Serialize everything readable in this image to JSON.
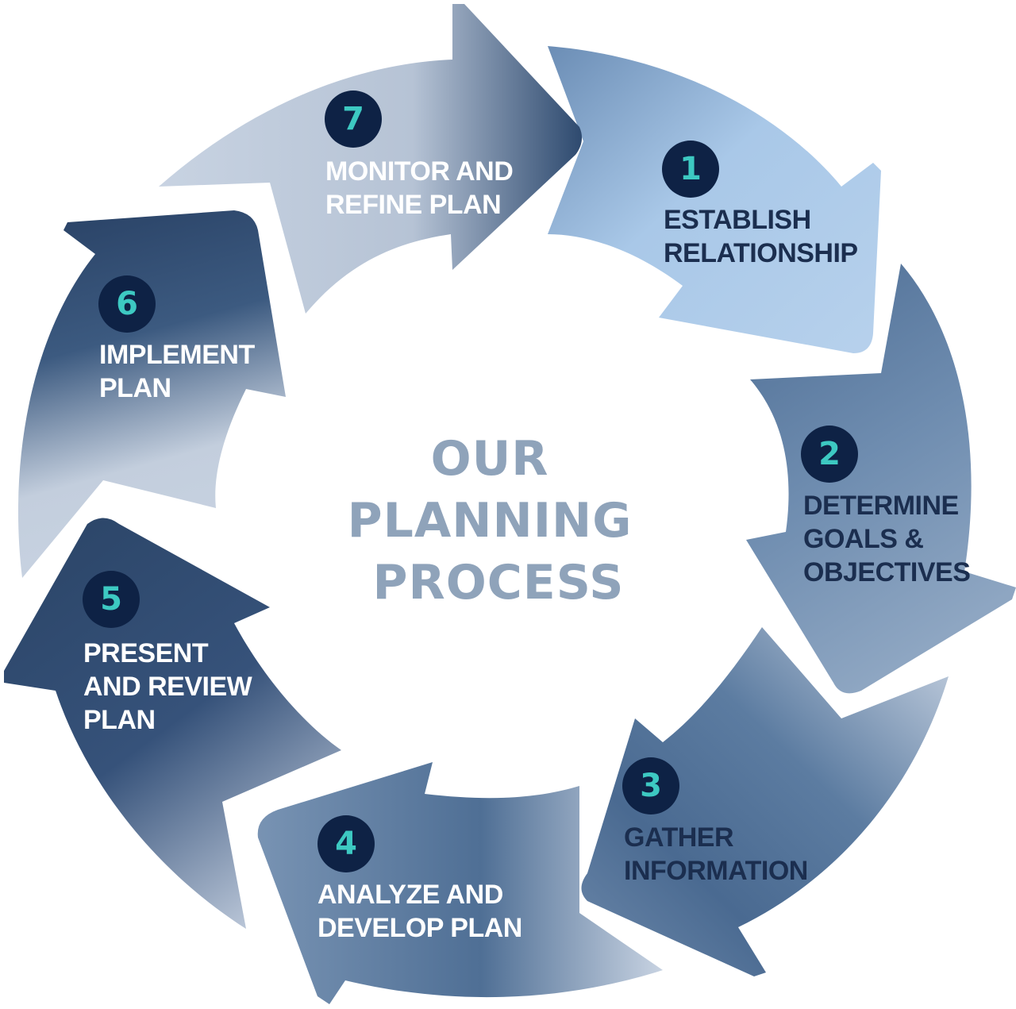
{
  "title_lines": [
    "OUR",
    "PLANNING",
    "PROCESS"
  ],
  "steps": [
    {
      "number": "1",
      "lines": [
        "ESTABLISH",
        "RELATIONSHIP"
      ]
    },
    {
      "number": "2",
      "lines": [
        "DETERMINE",
        "GOALS &",
        "OBJECTIVES"
      ]
    },
    {
      "number": "3",
      "lines": [
        "GATHER",
        "INFORMATION"
      ]
    },
    {
      "number": "4",
      "lines": [
        "ANALYZE AND",
        "DEVELOP PLAN"
      ]
    },
    {
      "number": "5",
      "lines": [
        "PRESENT",
        "AND REVIEW",
        "PLAN"
      ]
    },
    {
      "number": "6",
      "lines": [
        "IMPLEMENT",
        "PLAN"
      ]
    },
    {
      "number": "7",
      "lines": [
        "MONITOR AND",
        "REFINE PLAN"
      ]
    }
  ],
  "colors": {
    "navy": "#0e2245",
    "number_teal": "#3dc9c2",
    "label_dark": "#1b2e4f",
    "label_light": "#ffffff",
    "title_gray": "#8fa3ba",
    "arrow_light": "#c8d3e2",
    "arrow_sky": "#a9c8e8",
    "arrow_mid": "#5f7fa3",
    "arrow_dark": "#2a4469"
  }
}
